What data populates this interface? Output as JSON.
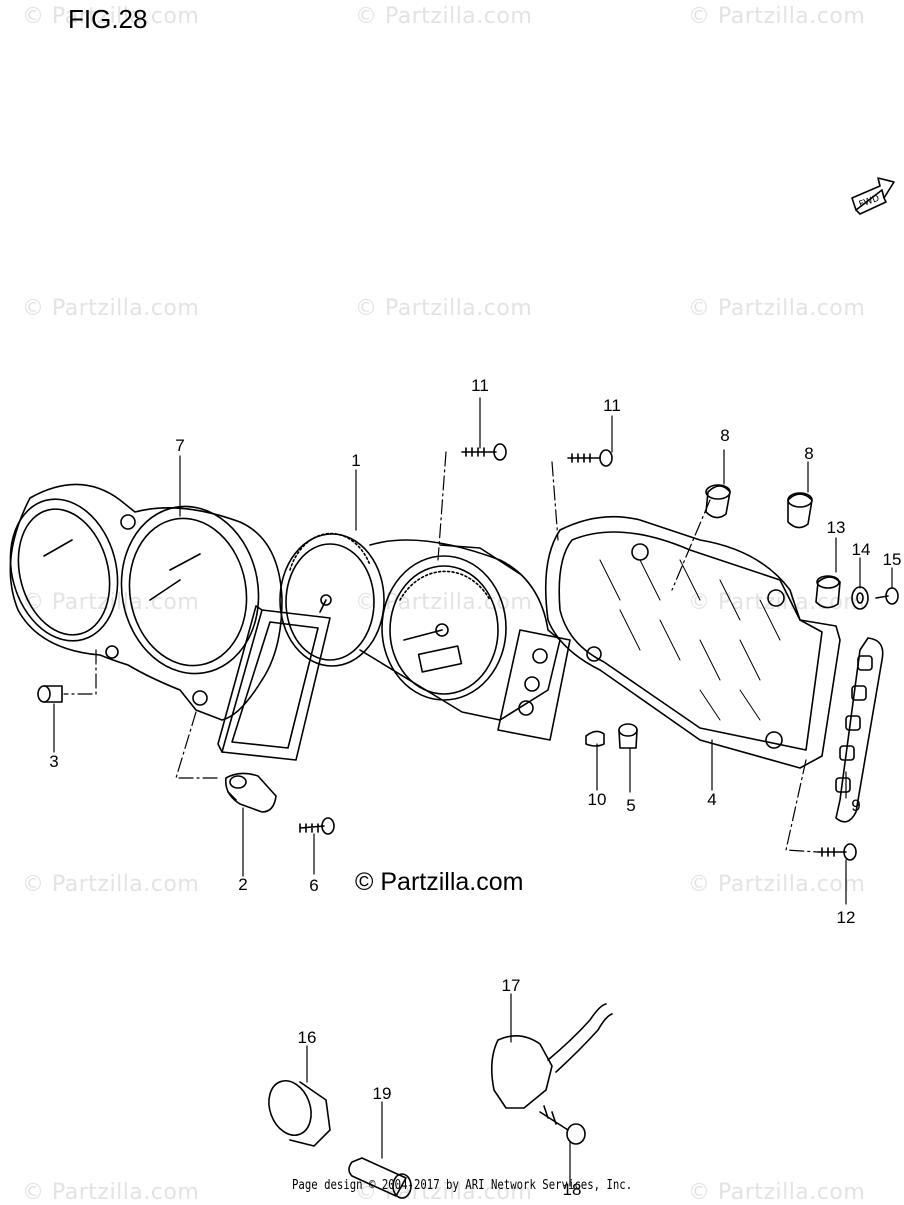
{
  "figure_title": "FIG.28",
  "watermark": "© Partzilla.com",
  "center_watermark": "© Partzilla.com",
  "fwd_label": "FWD",
  "footer": "Page design © 2004-2017 by ARI Network Services, Inc.",
  "callouts": [
    "1",
    "2",
    "3",
    "4",
    "5",
    "6",
    "7",
    "8",
    "8",
    "9",
    "10",
    "11",
    "11",
    "12",
    "13",
    "14",
    "15",
    "16",
    "17",
    "18",
    "19"
  ]
}
